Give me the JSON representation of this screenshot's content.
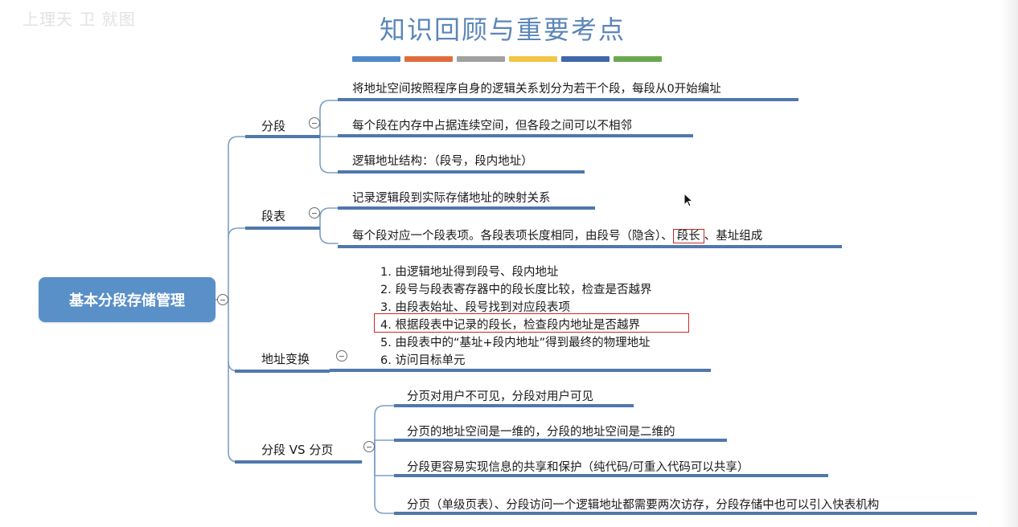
{
  "watermark": "上理天 卫 就图",
  "title": "知识回顾与重要考点",
  "color_bars": [
    "#4f8ac9",
    "#e06c3c",
    "#a0a0a0",
    "#f3c544",
    "#3f67aa",
    "#6aa84f"
  ],
  "colors": {
    "root_bg": "#5a90c8",
    "underline": "#4f78ac",
    "line": "#7da0c6",
    "highlight": "#c42a2a"
  },
  "root": {
    "label": "基本分段存储管理"
  },
  "branches": {
    "fenduan": {
      "label": "分段",
      "items": [
        "将地址空间按照程序自身的逻辑关系划分为若干个段，每段从0开始编址",
        "每个段在内存中占据连续空间，但各段之间可以不相邻",
        "逻辑地址结构：（段号，段内地址）"
      ]
    },
    "duanbiao": {
      "label": "段表",
      "items": [
        "记录逻辑段到实际存储地址的映射关系",
        "每个段对应一个段表项。各段表项长度相同，由段号（隐含）、",
        "段长",
        "、基址组成"
      ]
    },
    "dizhi": {
      "label": "地址变换",
      "steps": [
        "1. 由逻辑地址得到段号、段内地址",
        "2. 段号与段表寄存器中的段长度比较，检查是否越界",
        "3. 由段表始址、段号找到对应段表项",
        "4. 根据段表中记录的段长，检查段内地址是否越界",
        "5. 由段表中的“基址+段内地址”得到最终的物理地址",
        "6. 访问目标单元"
      ]
    },
    "vs": {
      "label": "分段 VS 分页",
      "items": [
        "分页对用户不可见，分段对用户可见",
        "分页的地址空间是一维的，分段的地址空间是二维的",
        "分段更容易实现信息的共享和保护（纯代码/可重入代码可以共享）",
        "分页（单级页表）、分段访问一个逻辑地址都需要两次访存，分段存储中也可以引入快表机构"
      ]
    }
  }
}
